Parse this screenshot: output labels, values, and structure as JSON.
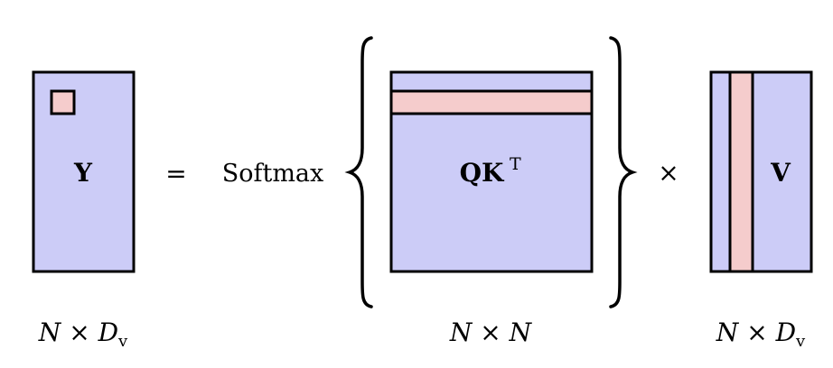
{
  "colors": {
    "matrix_fill": "#ccccf7",
    "highlight_fill": "#f5cccc",
    "stroke": "#000000",
    "background": "#ffffff"
  },
  "equation": {
    "lhs_symbol": "Y",
    "equals": "=",
    "softmax_label": "Softmax",
    "qk_symbol": "QK",
    "qk_superscript": "T",
    "times": "×",
    "rhs_symbol": "V"
  },
  "dimensions": {
    "y_dim": {
      "n": "N",
      "times": "×",
      "d": "D",
      "sub": "v"
    },
    "qk_dim": {
      "n": "N",
      "times": "×",
      "m": "N"
    },
    "v_dim": {
      "n": "N",
      "times": "×",
      "d": "D",
      "sub": "v"
    }
  }
}
